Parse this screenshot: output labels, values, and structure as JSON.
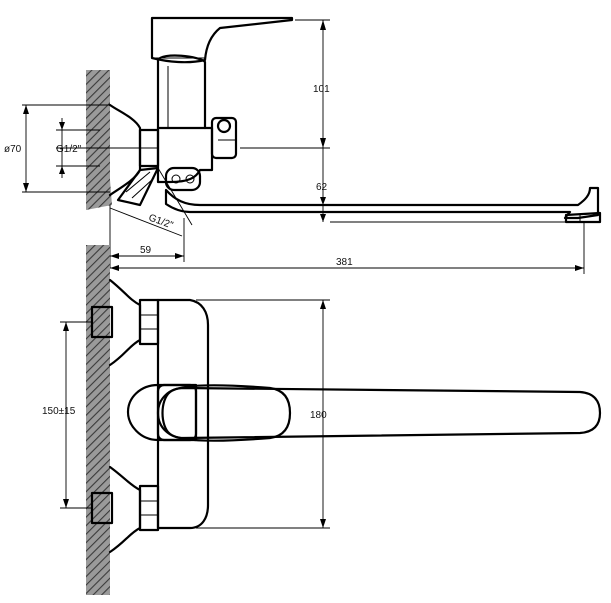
{
  "dimensions": {
    "height_lever": "101",
    "flange_diameter": "ø70",
    "inlet_thread_top": "G1/2\"",
    "inlet_thread_bottom": "G1/2\"",
    "spout_height": "62",
    "wall_offset": "59",
    "spout_reach": "381",
    "inlet_spacing": "150±15",
    "body_height": "180"
  },
  "colors": {
    "line": "#000000",
    "background": "#ffffff",
    "wall_hatch": "#555555"
  }
}
